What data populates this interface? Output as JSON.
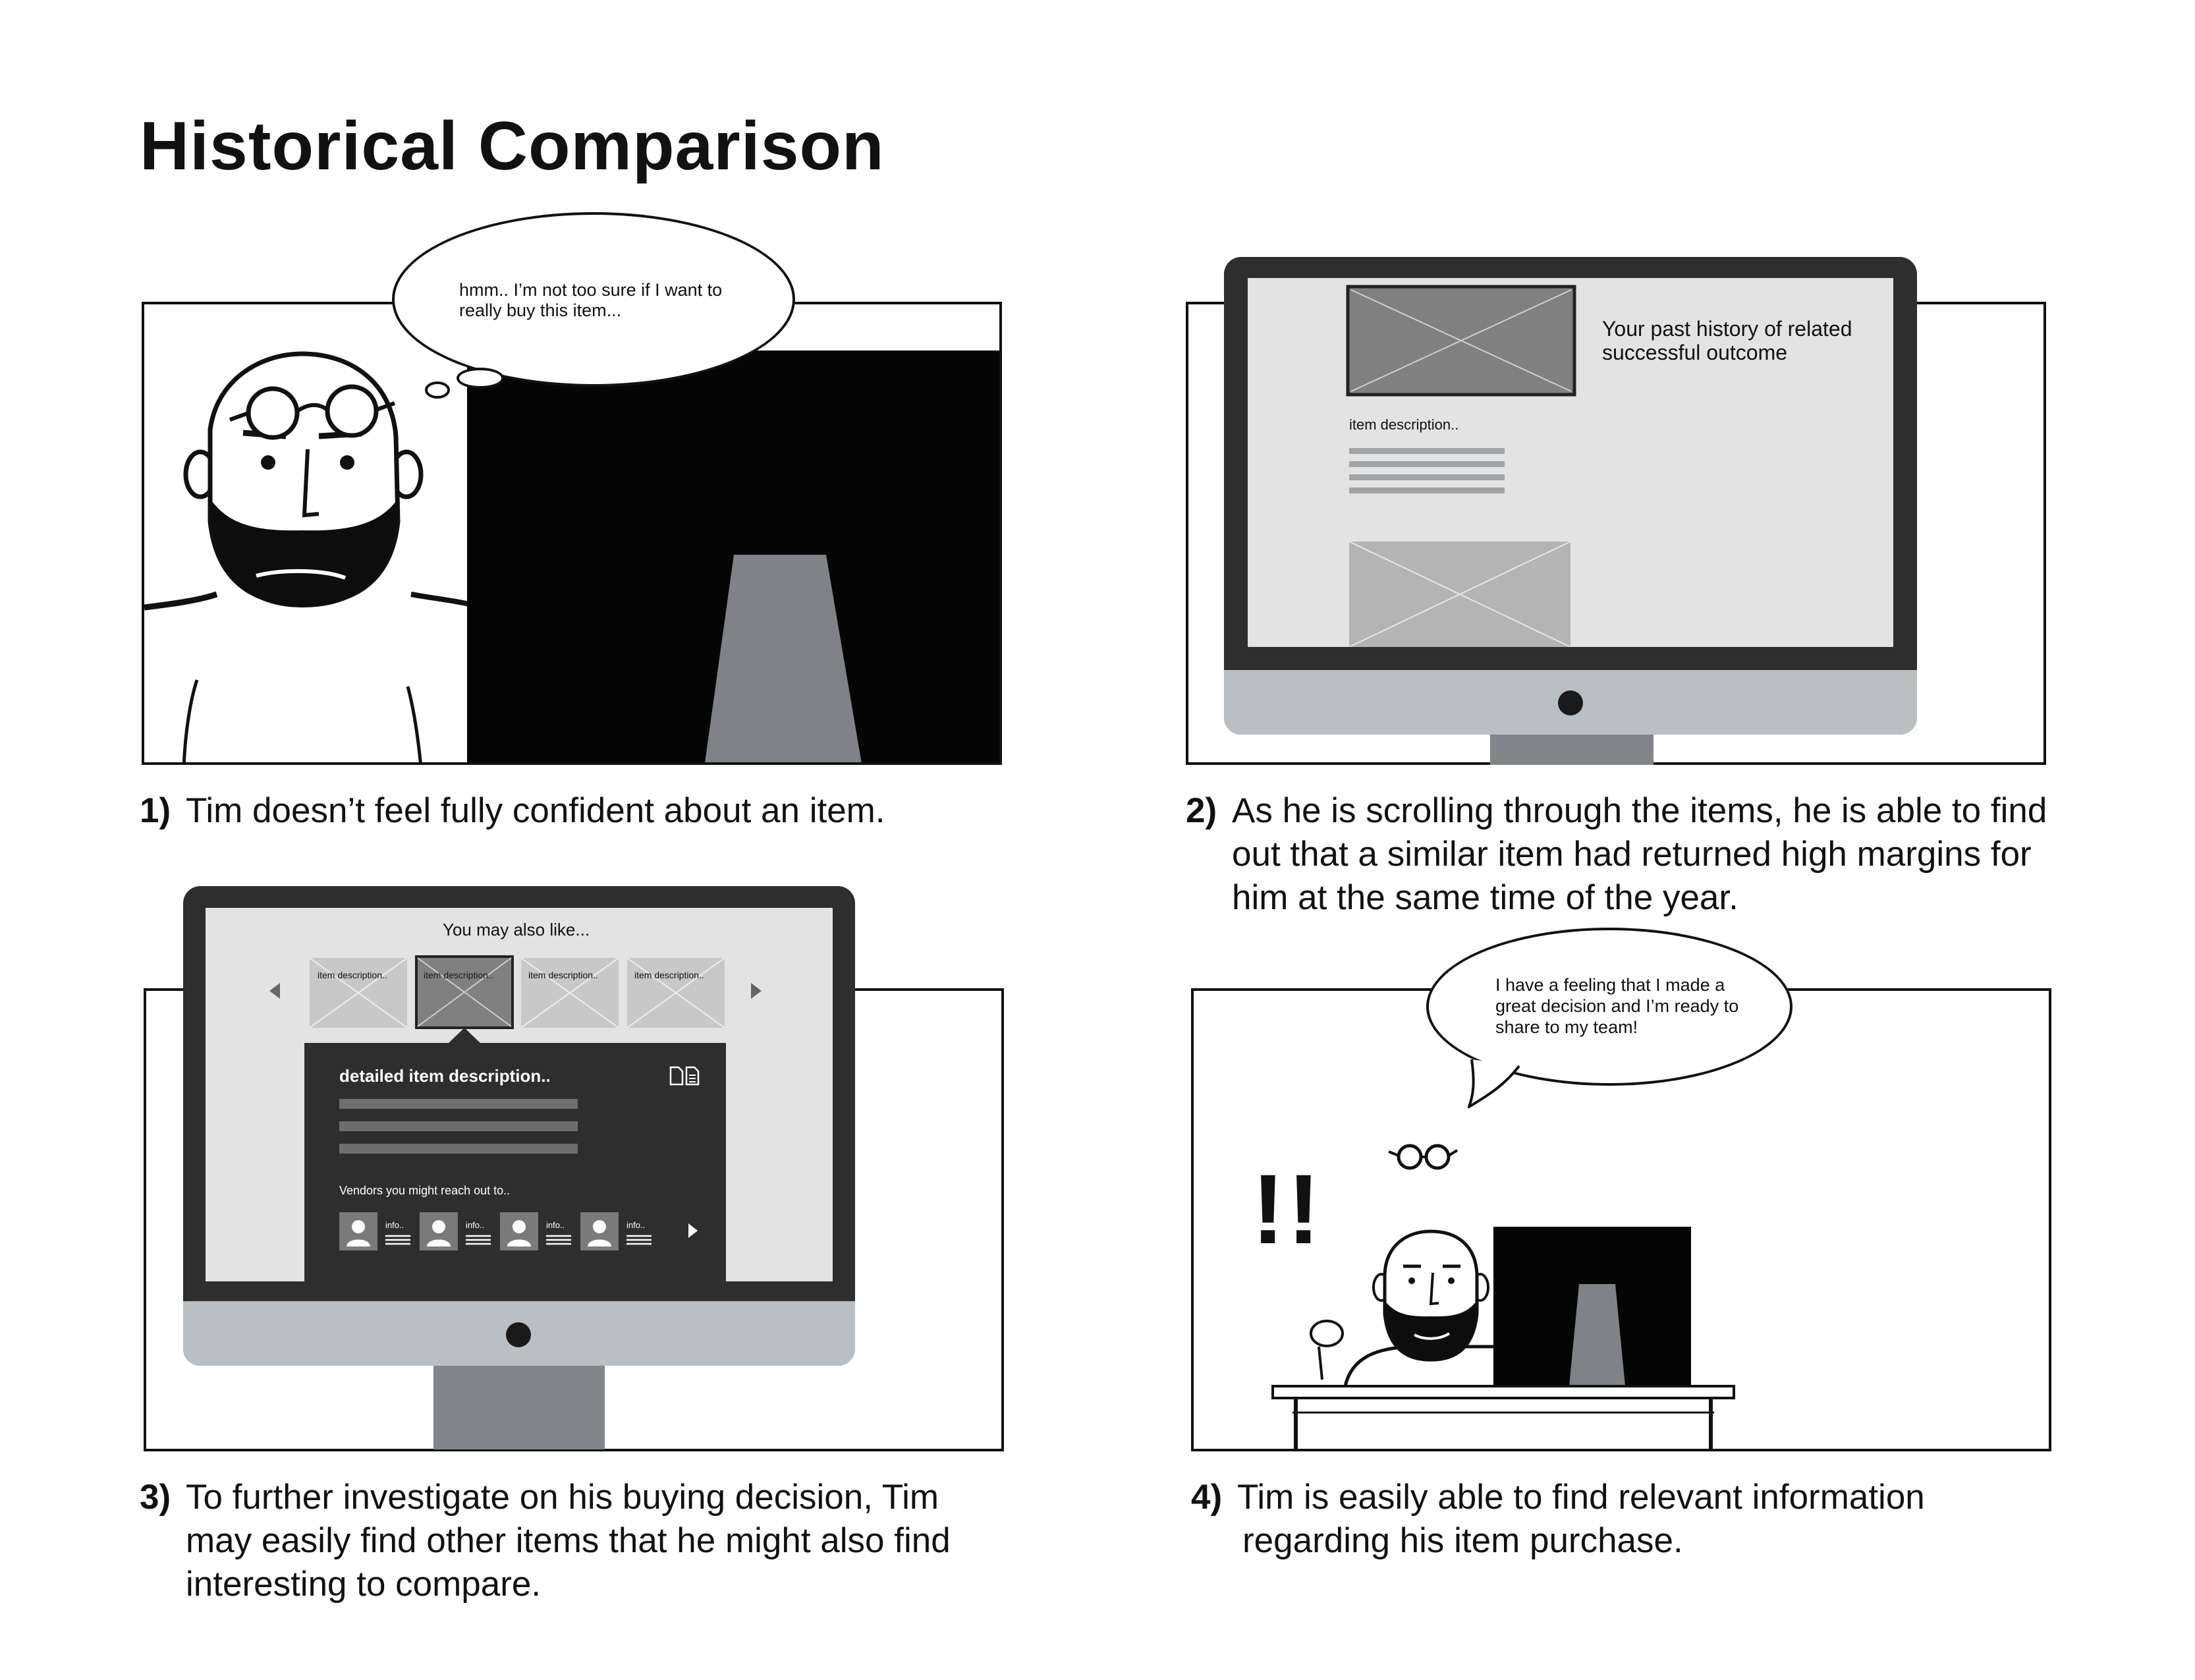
{
  "title": "Historical Comparison",
  "panels": [
    {
      "number": "1)",
      "caption": [
        "Tim doesn’t feel fully confident about an item."
      ],
      "thought": [
        "hmm.. I’m not too sure if I want to",
        "really buy this item..."
      ]
    },
    {
      "number": "2)",
      "caption": [
        "As he is scrolling through the items, he is able to find",
        "out that a similar item had returned high margins for",
        "him at the same time of the year."
      ],
      "screen_heading": [
        "Your past history of related",
        "successful outcome"
      ],
      "item_label": "item description.."
    },
    {
      "number": "3)",
      "caption": [
        "To further investigate on his buying decision, Tim",
        "may easily find other items that he might also find",
        "interesting to compare."
      ],
      "screen_heading": "You may also like...",
      "thumbnails": [
        "item description..",
        "item description..",
        "item description..",
        "item description.."
      ],
      "detail_title": "detailed item description..",
      "vendors_label": "Vendors you might reach out to..",
      "vendor_info": [
        "info..",
        "info..",
        "info..",
        "info.."
      ]
    },
    {
      "number": "4)",
      "caption": [
        "Tim is easily able to find relevant information",
        "regarding his item purchase."
      ],
      "speech": [
        "I have a feeling that I made a",
        "great decision and I’m ready to",
        "share to my team!"
      ],
      "exclaim": "!!"
    }
  ],
  "colors": {
    "ink": "#111111",
    "screen_bg": "#e3e3e3",
    "bezel": "#2e2e2e",
    "chin": "#b9bfc3",
    "stand": "#818589",
    "placeholder_dark": "#808080",
    "placeholder_light": "#b4b4b4",
    "line_gray": "#a0a4a7"
  }
}
